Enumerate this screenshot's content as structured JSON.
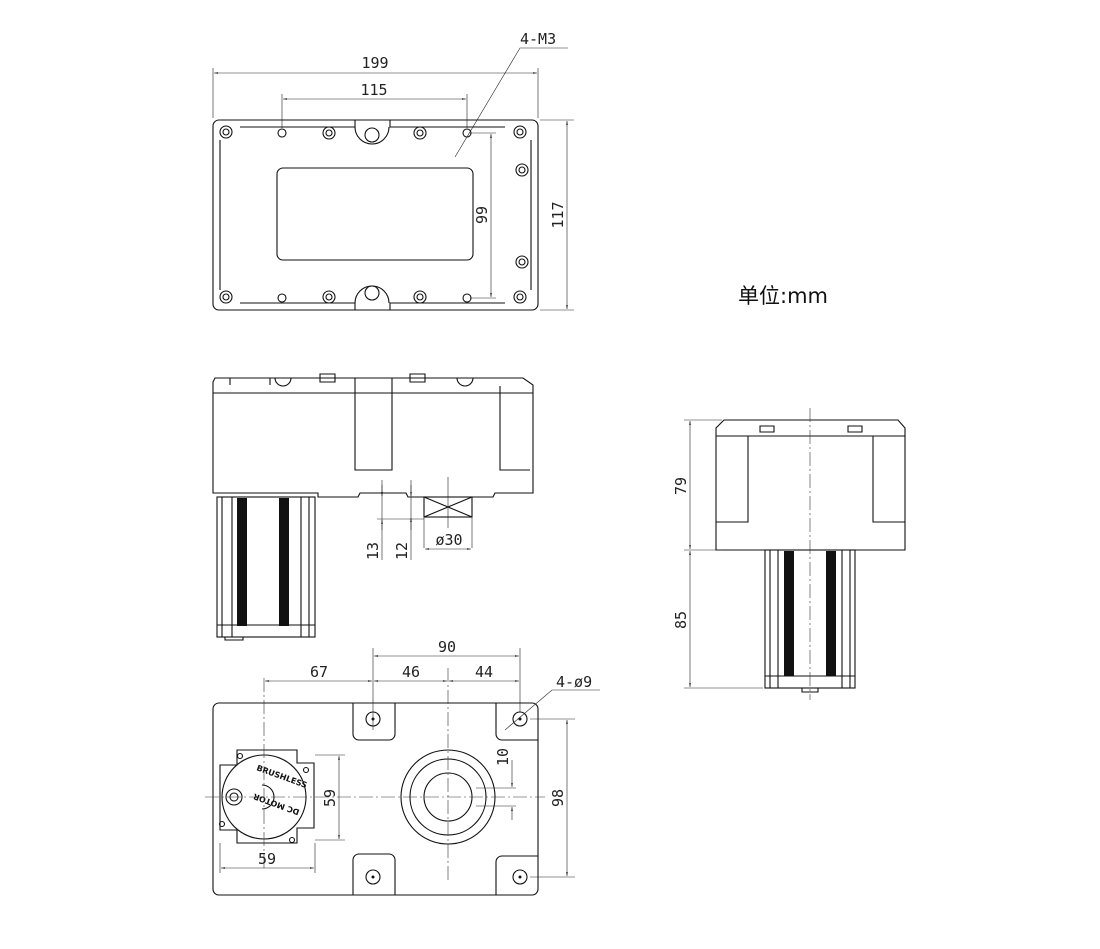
{
  "unit_label": "单位:mm",
  "top_view": {
    "width": "199",
    "hole_spacing": "115",
    "thread_callout": "4-M3",
    "hole_height": "99",
    "height": "117"
  },
  "side_view": {
    "dim_13": "13",
    "dim_12": "12",
    "shaft_diameter": "ø30"
  },
  "end_view": {
    "body_height": "79",
    "motor_length": "85"
  },
  "bottom_view": {
    "dim_90": "90",
    "dim_67": "67",
    "dim_46": "46",
    "dim_44": "44",
    "mount_holes": "4-ø9",
    "dim_10": "10",
    "flange_height": "59",
    "flange_width": "59",
    "dim_98": "98",
    "motor_label_1": "BRUSHLESS",
    "motor_label_2": "DC MOTOR"
  }
}
